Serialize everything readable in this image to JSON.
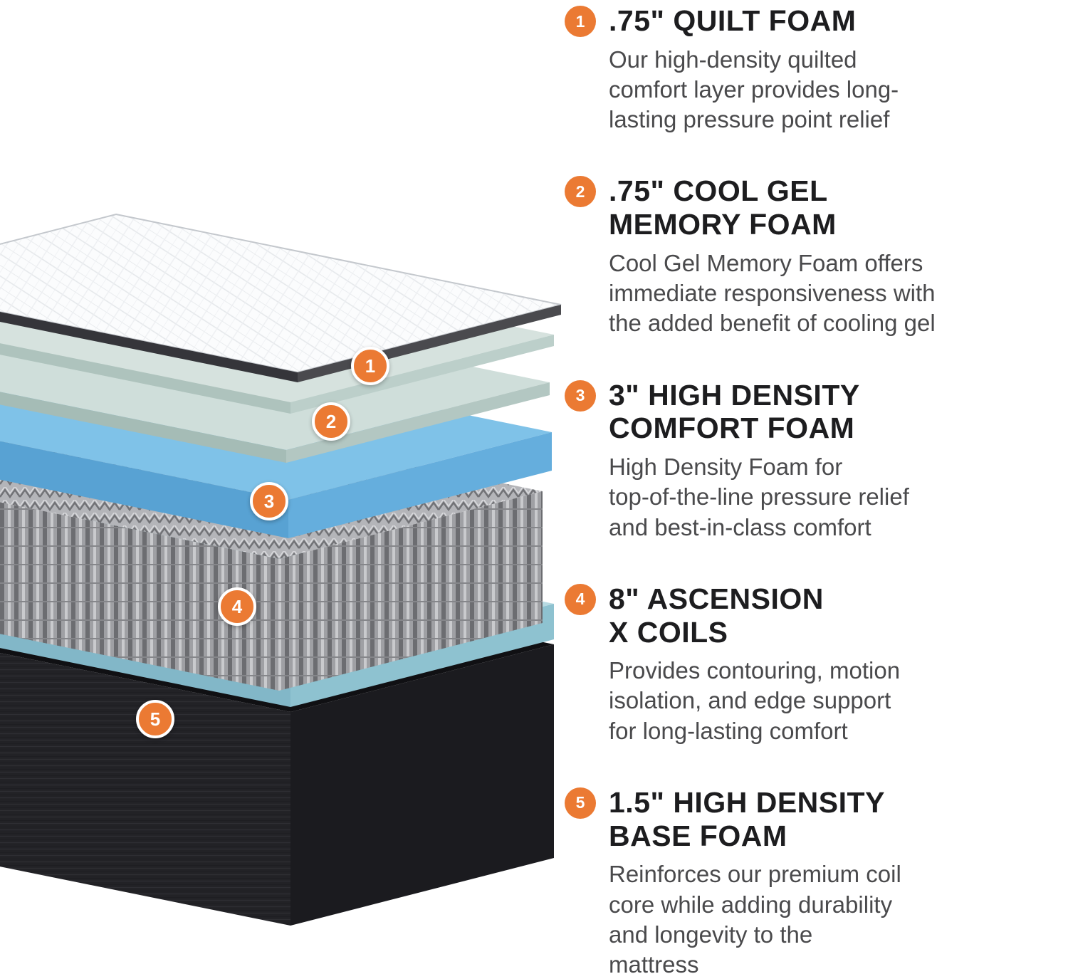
{
  "colors": {
    "accent": "#EB7A33",
    "heading_text": "#1d1d1f",
    "body_text": "#4a4a4c",
    "background": "#ffffff"
  },
  "diagram": {
    "markers": [
      {
        "number": "1"
      },
      {
        "number": "2"
      },
      {
        "number": "3"
      },
      {
        "number": "4"
      },
      {
        "number": "5"
      }
    ]
  },
  "legend": {
    "items": [
      {
        "number": "1",
        "title_lines": [
          ".75\" QUILT FOAM"
        ],
        "description_lines": [
          "Our high-density quilted",
          "comfort layer provides long-",
          "lasting pressure point relief"
        ]
      },
      {
        "number": "2",
        "title_lines": [
          ".75\" COOL GEL",
          "MEMORY FOAM"
        ],
        "description_lines": [
          "Cool Gel Memory Foam offers",
          "immediate responsiveness with",
          "the added benefit of cooling gel"
        ]
      },
      {
        "number": "3",
        "title_lines": [
          "3\" HIGH DENSITY",
          "COMFORT FOAM"
        ],
        "description_lines": [
          "High Density Foam for",
          "top-of-the-line pressure relief",
          "and best-in-class comfort"
        ]
      },
      {
        "number": "4",
        "title_lines": [
          "8\" ASCENSION",
          "X COILS"
        ],
        "description_lines": [
          "Provides contouring, motion",
          "isolation, and edge support",
          "for long-lasting comfort"
        ]
      },
      {
        "number": "5",
        "title_lines": [
          "1.5\" HIGH DENSITY",
          "BASE FOAM"
        ],
        "description_lines": [
          "Reinforces our premium coil",
          "core while adding durability",
          "and longevity to the",
          "mattress"
        ]
      }
    ]
  }
}
